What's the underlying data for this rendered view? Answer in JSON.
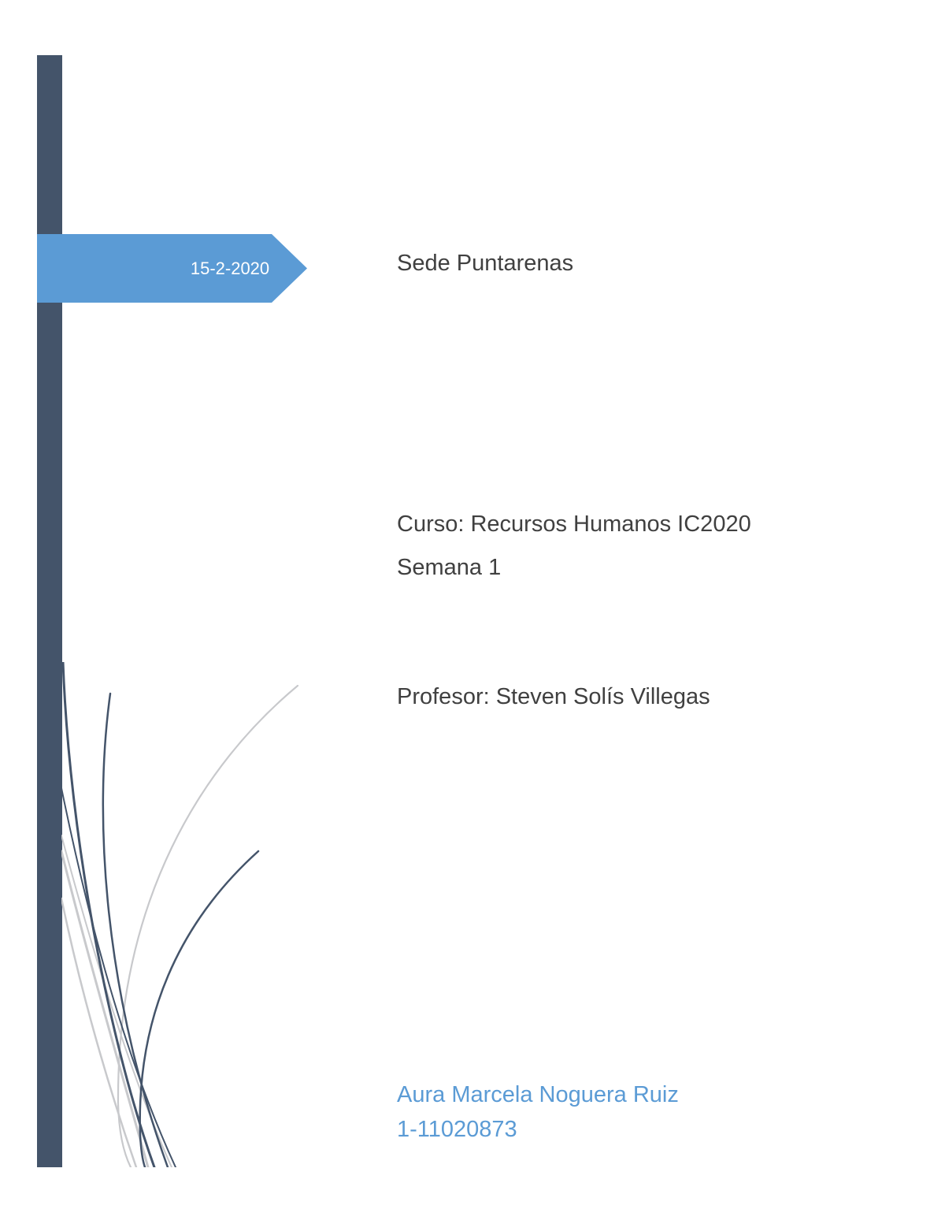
{
  "cover": {
    "date": "15-2-2020",
    "campus": "Sede Puntarenas",
    "course": "Curso: Recursos Humanos IC2020",
    "week": "Semana 1",
    "professor": "Profesor: Steven Solís Villegas",
    "author_name": "Aura Marcela Noguera Ruiz",
    "author_id": "1-11020873"
  },
  "colors": {
    "sidebar_bar": "#44546a",
    "date_banner": "#5b9bd5",
    "author_text": "#5b9bd5",
    "body_text": "#404040",
    "curve_dark": "#44546a",
    "curve_light": "#c8c9cc"
  }
}
